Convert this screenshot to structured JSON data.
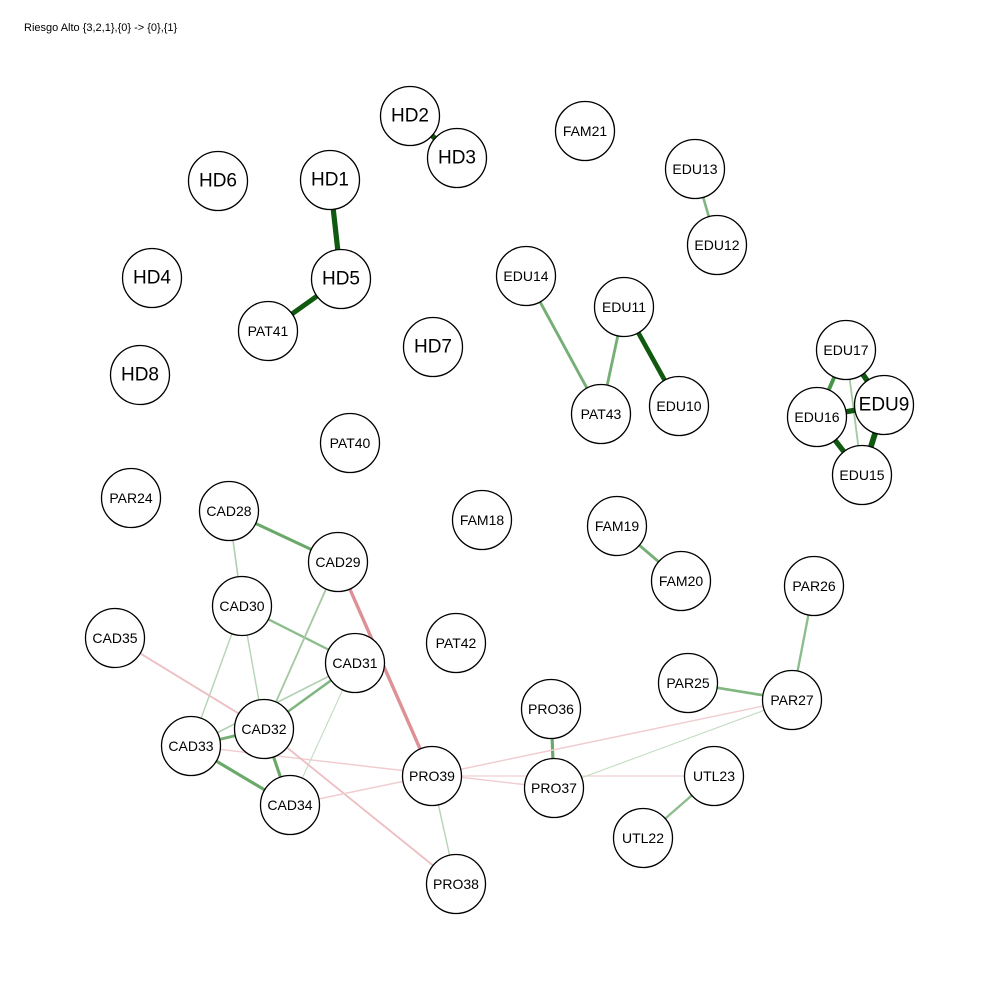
{
  "title": "Riesgo Alto {3,2,1},{0} -> {0},{1}",
  "colors": {
    "positive_edge": "#1a7a1a",
    "negative_edge": "#d0606a",
    "node_fill": "#ffffff",
    "node_stroke": "#000000"
  },
  "nodes": [
    {
      "id": "HD1",
      "label": "HD1",
      "large": true
    },
    {
      "id": "HD2",
      "label": "HD2",
      "large": true
    },
    {
      "id": "HD3",
      "label": "HD3",
      "large": true
    },
    {
      "id": "HD4",
      "label": "HD4",
      "large": true
    },
    {
      "id": "HD5",
      "label": "HD5",
      "large": true
    },
    {
      "id": "HD6",
      "label": "HD6",
      "large": true
    },
    {
      "id": "HD7",
      "label": "HD7",
      "large": true
    },
    {
      "id": "HD8",
      "label": "HD8",
      "large": true
    },
    {
      "id": "EDU9",
      "label": "EDU9",
      "large": true
    },
    {
      "id": "EDU10",
      "label": "EDU10",
      "large": false
    },
    {
      "id": "EDU11",
      "label": "EDU11",
      "large": false
    },
    {
      "id": "EDU12",
      "label": "EDU12",
      "large": false
    },
    {
      "id": "EDU13",
      "label": "EDU13",
      "large": false
    },
    {
      "id": "EDU14",
      "label": "EDU14",
      "large": false
    },
    {
      "id": "EDU15",
      "label": "EDU15",
      "large": false
    },
    {
      "id": "EDU16",
      "label": "EDU16",
      "large": false
    },
    {
      "id": "EDU17",
      "label": "EDU17",
      "large": false
    },
    {
      "id": "FAM18",
      "label": "FAM18",
      "large": false
    },
    {
      "id": "FAM19",
      "label": "FAM19",
      "large": false
    },
    {
      "id": "FAM20",
      "label": "FAM20",
      "large": false
    },
    {
      "id": "FAM21",
      "label": "FAM21",
      "large": false
    },
    {
      "id": "UTL22",
      "label": "UTL22",
      "large": false
    },
    {
      "id": "UTL23",
      "label": "UTL23",
      "large": false
    },
    {
      "id": "PAR24",
      "label": "PAR24",
      "large": false
    },
    {
      "id": "PAR25",
      "label": "PAR25",
      "large": false
    },
    {
      "id": "PAR26",
      "label": "PAR26",
      "large": false
    },
    {
      "id": "PAR27",
      "label": "PAR27",
      "large": false
    },
    {
      "id": "CAD28",
      "label": "CAD28",
      "large": false
    },
    {
      "id": "CAD29",
      "label": "CAD29",
      "large": false
    },
    {
      "id": "CAD30",
      "label": "CAD30",
      "large": false
    },
    {
      "id": "CAD31",
      "label": "CAD31",
      "large": false
    },
    {
      "id": "CAD32",
      "label": "CAD32",
      "large": false
    },
    {
      "id": "CAD33",
      "label": "CAD33",
      "large": false
    },
    {
      "id": "CAD34",
      "label": "CAD34",
      "large": false
    },
    {
      "id": "CAD35",
      "label": "CAD35",
      "large": false
    },
    {
      "id": "PRO36",
      "label": "PRO36",
      "large": false
    },
    {
      "id": "PRO37",
      "label": "PRO37",
      "large": false
    },
    {
      "id": "PRO38",
      "label": "PRO38",
      "large": false
    },
    {
      "id": "PRO39",
      "label": "PRO39",
      "large": false
    },
    {
      "id": "PAT40",
      "label": "PAT40",
      "large": false
    },
    {
      "id": "PAT41",
      "label": "PAT41",
      "large": false
    },
    {
      "id": "PAT42",
      "label": "PAT42",
      "large": false
    },
    {
      "id": "PAT43",
      "label": "PAT43",
      "large": false
    }
  ],
  "edges": [
    {
      "from": "HD1",
      "to": "HD5",
      "sign": "positive",
      "weight": 0.85
    },
    {
      "from": "HD5",
      "to": "PAT41",
      "sign": "positive",
      "weight": 0.8
    },
    {
      "from": "HD2",
      "to": "HD3",
      "sign": "positive",
      "weight": 0.85
    },
    {
      "from": "EDU13",
      "to": "EDU12",
      "sign": "positive",
      "weight": 0.35
    },
    {
      "from": "EDU14",
      "to": "PAT43",
      "sign": "positive",
      "weight": 0.4
    },
    {
      "from": "EDU11",
      "to": "PAT43",
      "sign": "positive",
      "weight": 0.4
    },
    {
      "from": "EDU11",
      "to": "EDU10",
      "sign": "positive",
      "weight": 0.75
    },
    {
      "from": "EDU17",
      "to": "EDU9",
      "sign": "positive",
      "weight": 0.9
    },
    {
      "from": "EDU17",
      "to": "EDU16",
      "sign": "positive",
      "weight": 0.6
    },
    {
      "from": "EDU17",
      "to": "EDU15",
      "sign": "positive",
      "weight": 0.2
    },
    {
      "from": "EDU16",
      "to": "EDU9",
      "sign": "positive",
      "weight": 0.85
    },
    {
      "from": "EDU16",
      "to": "EDU15",
      "sign": "positive",
      "weight": 0.85
    },
    {
      "from": "EDU9",
      "to": "EDU15",
      "sign": "positive",
      "weight": 0.95
    },
    {
      "from": "FAM19",
      "to": "FAM20",
      "sign": "positive",
      "weight": 0.4
    },
    {
      "from": "PAR26",
      "to": "PAR27",
      "sign": "positive",
      "weight": 0.3
    },
    {
      "from": "PAR25",
      "to": "PAR27",
      "sign": "positive",
      "weight": 0.35
    },
    {
      "from": "UTL22",
      "to": "UTL23",
      "sign": "positive",
      "weight": 0.3
    },
    {
      "from": "PRO36",
      "to": "PRO37",
      "sign": "positive",
      "weight": 0.45
    },
    {
      "from": "CAD28",
      "to": "CAD29",
      "sign": "positive",
      "weight": 0.45
    },
    {
      "from": "CAD28",
      "to": "CAD30",
      "sign": "positive",
      "weight": 0.15
    },
    {
      "from": "CAD30",
      "to": "CAD31",
      "sign": "positive",
      "weight": 0.3
    },
    {
      "from": "CAD30",
      "to": "CAD32",
      "sign": "positive",
      "weight": 0.12
    },
    {
      "from": "CAD30",
      "to": "CAD33",
      "sign": "positive",
      "weight": 0.12
    },
    {
      "from": "CAD29",
      "to": "CAD32",
      "sign": "positive",
      "weight": 0.2
    },
    {
      "from": "CAD29",
      "to": "PRO39",
      "sign": "negative",
      "weight": 0.5
    },
    {
      "from": "CAD31",
      "to": "CAD32",
      "sign": "positive",
      "weight": 0.35
    },
    {
      "from": "CAD31",
      "to": "CAD33",
      "sign": "positive",
      "weight": 0.15
    },
    {
      "from": "CAD31",
      "to": "CAD34",
      "sign": "positive",
      "weight": 0.06
    },
    {
      "from": "CAD32",
      "to": "CAD33",
      "sign": "positive",
      "weight": 0.4
    },
    {
      "from": "CAD32",
      "to": "CAD34",
      "sign": "positive",
      "weight": 0.45
    },
    {
      "from": "CAD33",
      "to": "CAD34",
      "sign": "positive",
      "weight": 0.45
    },
    {
      "from": "CAD35",
      "to": "CAD32",
      "sign": "negative",
      "weight": 0.2
    },
    {
      "from": "CAD33",
      "to": "PRO37",
      "sign": "negative",
      "weight": 0.12
    },
    {
      "from": "CAD32",
      "to": "PRO38",
      "sign": "negative",
      "weight": 0.2
    },
    {
      "from": "CAD34",
      "to": "PAR27",
      "sign": "negative",
      "weight": 0.12
    },
    {
      "from": "PRO39",
      "to": "PRO38",
      "sign": "positive",
      "weight": 0.12
    },
    {
      "from": "PRO39",
      "to": "UTL23",
      "sign": "negative",
      "weight": 0.1
    },
    {
      "from": "PRO37",
      "to": "PAR27",
      "sign": "positive",
      "weight": 0.06
    }
  ]
}
